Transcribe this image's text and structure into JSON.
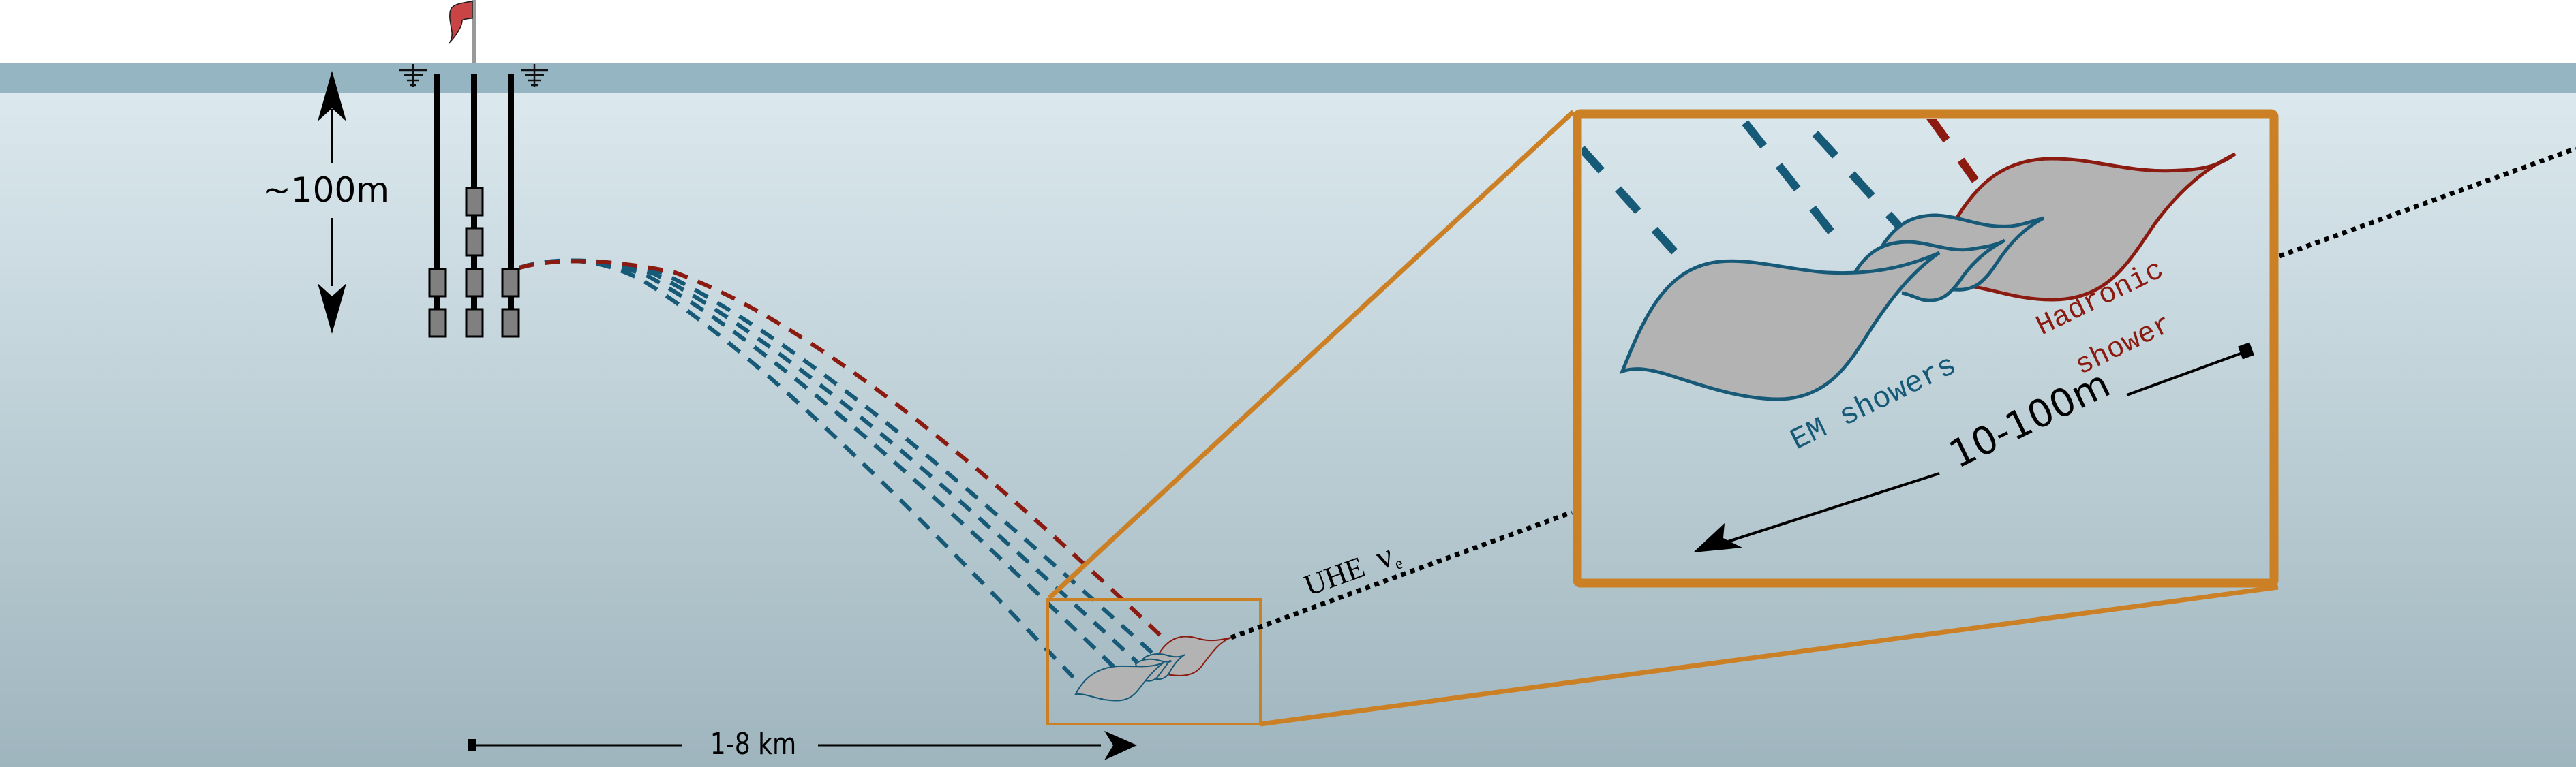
{
  "figure": {
    "title": "Radio detection of UHE neutrino-induced showers in ice",
    "colors": {
      "sky": "#ffffff",
      "surface_band": "#96b5c2",
      "ice_top": "#deebf0",
      "ice_bottom": "#9fb5be",
      "inset_frame": "#cb8026",
      "em_blue": "#175a78",
      "hadronic_red": "#8b1a10",
      "shower_fill": "#b3b3b3",
      "antenna_gray": "#808080",
      "flag_red": "#c94444"
    }
  },
  "labels": {
    "depth": "~100m",
    "distance": "1-8 km",
    "neutrino_prefix": "UHE",
    "neutrino_symbol": "ν",
    "neutrino_subscript": "e",
    "inset_length": "10-100m",
    "em_showers": "EM showers",
    "hadronic_line1": "Hadronic",
    "hadronic_line2": "shower"
  },
  "station": {
    "strings": [
      {
        "name": "left-string",
        "antennas": 2
      },
      {
        "name": "center-string",
        "antennas": 4
      },
      {
        "name": "right-string",
        "antennas": 2
      }
    ],
    "surface_antennas": 2,
    "flag": true
  },
  "rays": {
    "em_count": 4,
    "hadronic_count": 1
  }
}
